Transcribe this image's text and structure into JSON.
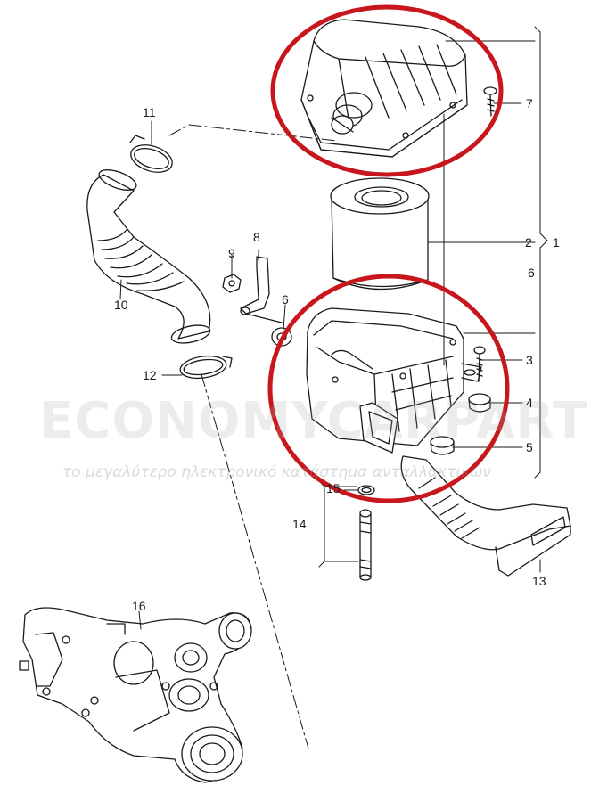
{
  "callouts": {
    "c1": "1",
    "c2": "2",
    "c3": "3",
    "c4": "4",
    "c5": "5",
    "c6a": "6",
    "c6b": "6",
    "c7": "7",
    "c8": "8",
    "c9": "9",
    "c10": "10",
    "c11": "11",
    "c12": "12",
    "c13": "13",
    "c14": "14",
    "c15": "15",
    "c16": "16"
  },
  "watermark": {
    "brand": "ECONOMYCARPARTS.gr",
    "tagline": "το μεγαλύτερο ηλεκτρονικό κατάστημα ανταλλακτικών"
  },
  "colors": {
    "line": "#1a1a1a",
    "highlight": "#c8161d",
    "watermark": "#aaaaaa"
  }
}
